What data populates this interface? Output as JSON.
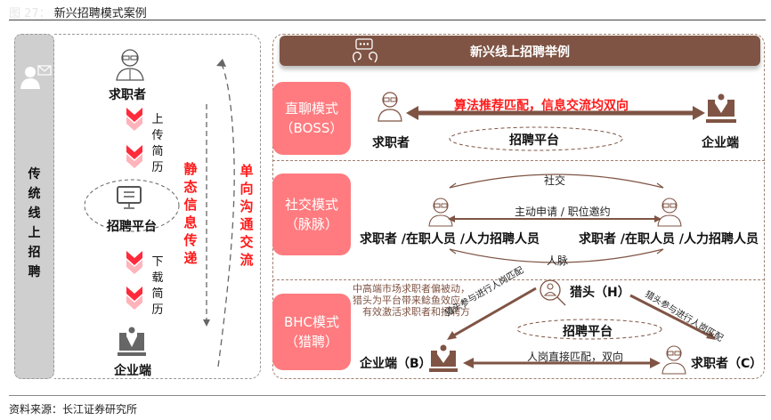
{
  "figure": {
    "number": "图 27：",
    "title": "新兴招聘模式案例",
    "source": "资料来源：长江证券研究所"
  },
  "traditional": {
    "side_title": "传统线上招聘",
    "job_seeker": "求职者",
    "upload_resume": "上传简历",
    "platform": "招聘平台",
    "download_resume": "下载简历",
    "enterprise": "企业端",
    "static_info": "静态信息传递",
    "one_way": "单向沟通交流"
  },
  "emerging": {
    "header": "新兴线上招聘举例",
    "direct": {
      "mode": "直聊模式",
      "example": "（BOSS）",
      "headline": "算法推荐匹配，信息交流均双向",
      "job_seeker": "求职者",
      "platform": "招聘平台",
      "enterprise": "企业端"
    },
    "social": {
      "mode": "社交模式",
      "example": "（脉脉）",
      "top_arc": "社交",
      "middle": "主动申请 / 职位邀约",
      "bottom_arc": "人脉",
      "left_party": "求职者 /在职人员 /人力招聘人员",
      "right_party": "求职者 /在职人员 /人力招聘人员"
    },
    "bhc": {
      "mode": "BHC模式",
      "example": "（猎聘）",
      "note_lines": [
        "中高端市场求职者偏被动，",
        "猎头为平台带来鲶鱼效应，",
        "有效激活求职者和招聘方"
      ],
      "headhunter": "猎头（H）",
      "left_arrow_label": "猎头参与进行人岗匹配",
      "right_arrow_label": "猎头参与进行人岗匹配",
      "platform": "招聘平台",
      "bottom_arrow_label": "人岗直接匹配，双向",
      "enterprise": "企业端（B）",
      "job_seeker": "求职者（C）"
    }
  },
  "colors": {
    "brown": "#7f5444",
    "pink": "#ff7b7f",
    "red": "#ff1a1a",
    "grey": "#cfcfcf"
  }
}
